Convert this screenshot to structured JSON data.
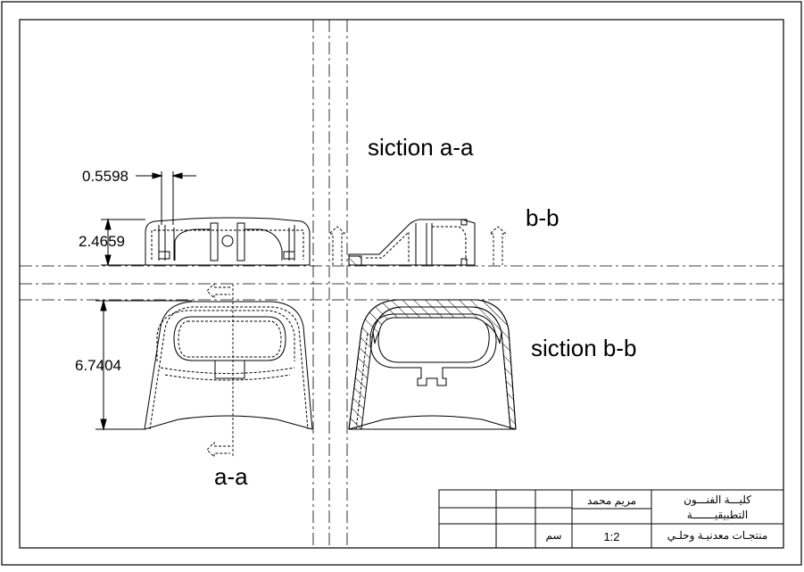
{
  "labels": {
    "section_aa_title": "siction a-a",
    "section_bb_title": "siction b-b",
    "bb_marker": "b-b",
    "aa_marker": "a-a"
  },
  "dimensions": {
    "thickness": "0.5598",
    "height_top": "2.4659",
    "height_plan": "6.7404"
  },
  "title_block": {
    "college_line1": "كليـــة الفنـــون",
    "college_line2": "التطبيقيـــــــة",
    "student_name": "مريم محمد",
    "department": "منتجـات معدنيـة وحلـي",
    "scale": "1:2",
    "unit": "سم"
  }
}
